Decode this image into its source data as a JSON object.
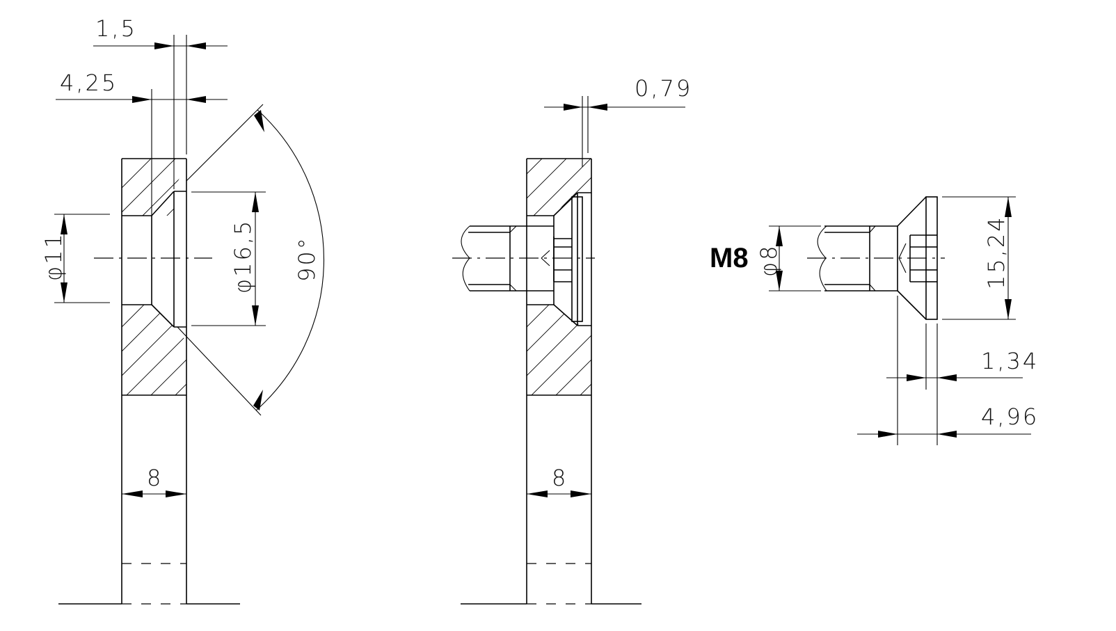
{
  "drawing": {
    "views": [
      {
        "name": "countersunk-hole-section",
        "dimensions": {
          "offset_1": "1,5",
          "offset_2": "4,25",
          "hole_diameter": "φ11",
          "countersink_diameter": "φ16,5",
          "countersink_angle": "90°",
          "plate_thickness": "8"
        }
      },
      {
        "name": "assembled-screw-section",
        "dimensions": {
          "recess": "0,79",
          "plate_thickness": "8"
        }
      },
      {
        "name": "countersunk-screw",
        "dimensions": {
          "thread": "M8",
          "shank_diameter": "φ8",
          "head_diameter": "15,24",
          "head_flat_height": "1,34",
          "head_height": "4,96"
        }
      }
    ],
    "colors": {
      "line": "#000000",
      "text": "#111111",
      "background": "#ffffff"
    }
  }
}
